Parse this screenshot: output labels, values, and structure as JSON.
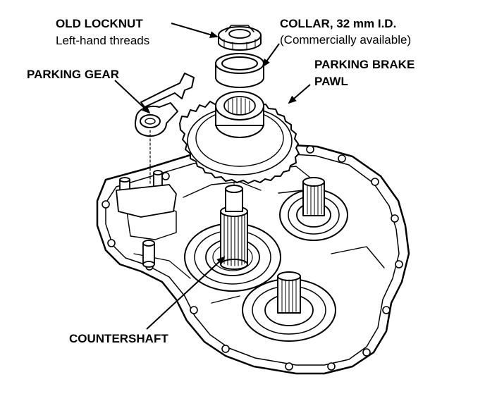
{
  "labels": {
    "old_locknut": "OLD LOCKNUT",
    "old_locknut_note": "Left-hand threads",
    "collar": "COLLAR, 32 mm I.D.",
    "collar_note": "(Commercially available)",
    "parking_gear": "PARKING GEAR",
    "parking_brake_pawl_line1": "PARKING BRAKE",
    "parking_brake_pawl_line2": "PAWL",
    "countershaft": "COUNTERSHAFT"
  },
  "colors": {
    "ink": "#000000",
    "paper": "#ffffff"
  },
  "icons": [
    "arrow-icon"
  ]
}
